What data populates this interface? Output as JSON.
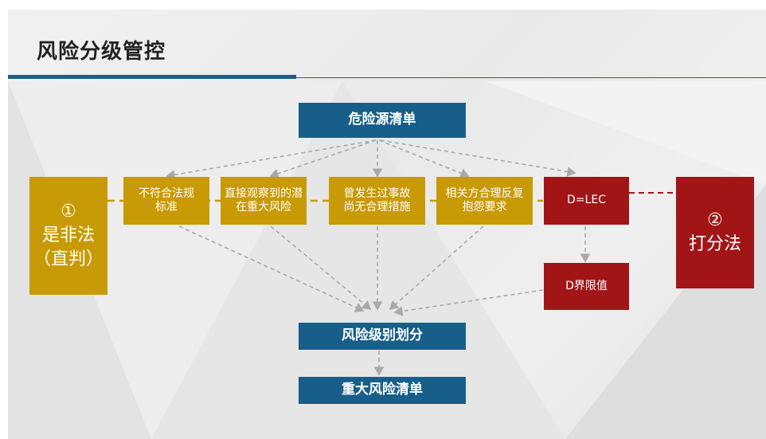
{
  "page": {
    "title": "风险分级管控"
  },
  "nodes": {
    "hazard_list": "危险源清单",
    "crit_1": "不符合法规标准",
    "crit_2": "直接观察到的潜在重大风险",
    "crit_3": "曾发生过事故尚无合理措施",
    "crit_4": "相关方合理反复抱怨要求",
    "method_1": "①\n是非法\n（直判）",
    "method_2": "②\n打分法",
    "formula": "D=LEC",
    "d_threshold": "D界限值",
    "risk_grading": "风险级别划分",
    "major_risk_list": "重大风险清单"
  },
  "colors": {
    "blue": "#175f8a",
    "gold": "#c89a05",
    "red": "#a21517",
    "connector": "#a9a9a9"
  }
}
